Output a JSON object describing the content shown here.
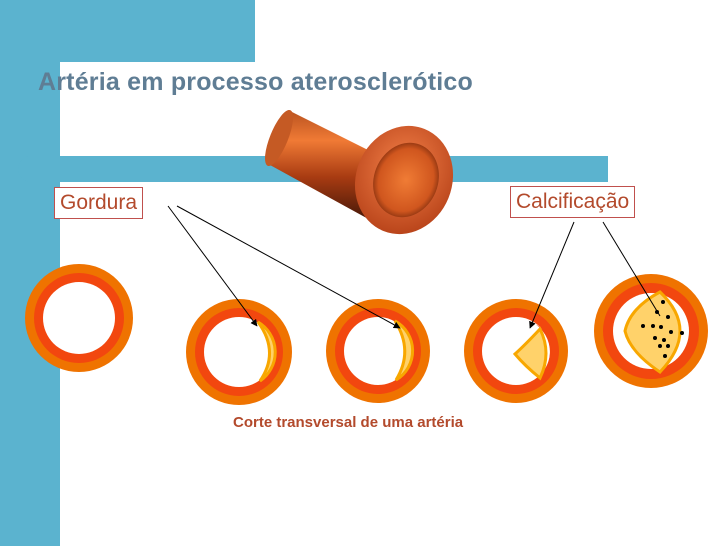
{
  "title": "Artéria em processo aterosclerótico",
  "labels": {
    "fat": "Gordura",
    "calcification": "Calcificação"
  },
  "caption": "Corte transversal de uma artéria",
  "colors": {
    "background_blue": "#5bb3cf",
    "title_text": "#5f7d94",
    "label_text": "#b34a2c",
    "artery_outer": "#ef7300",
    "artery_inner": "#f2470f",
    "fatty_plaque": "#ffd26a",
    "plaque_edge": "#f8a700"
  },
  "icons": [
    "artery-tube-illustration",
    "artery-cross-section"
  ]
}
